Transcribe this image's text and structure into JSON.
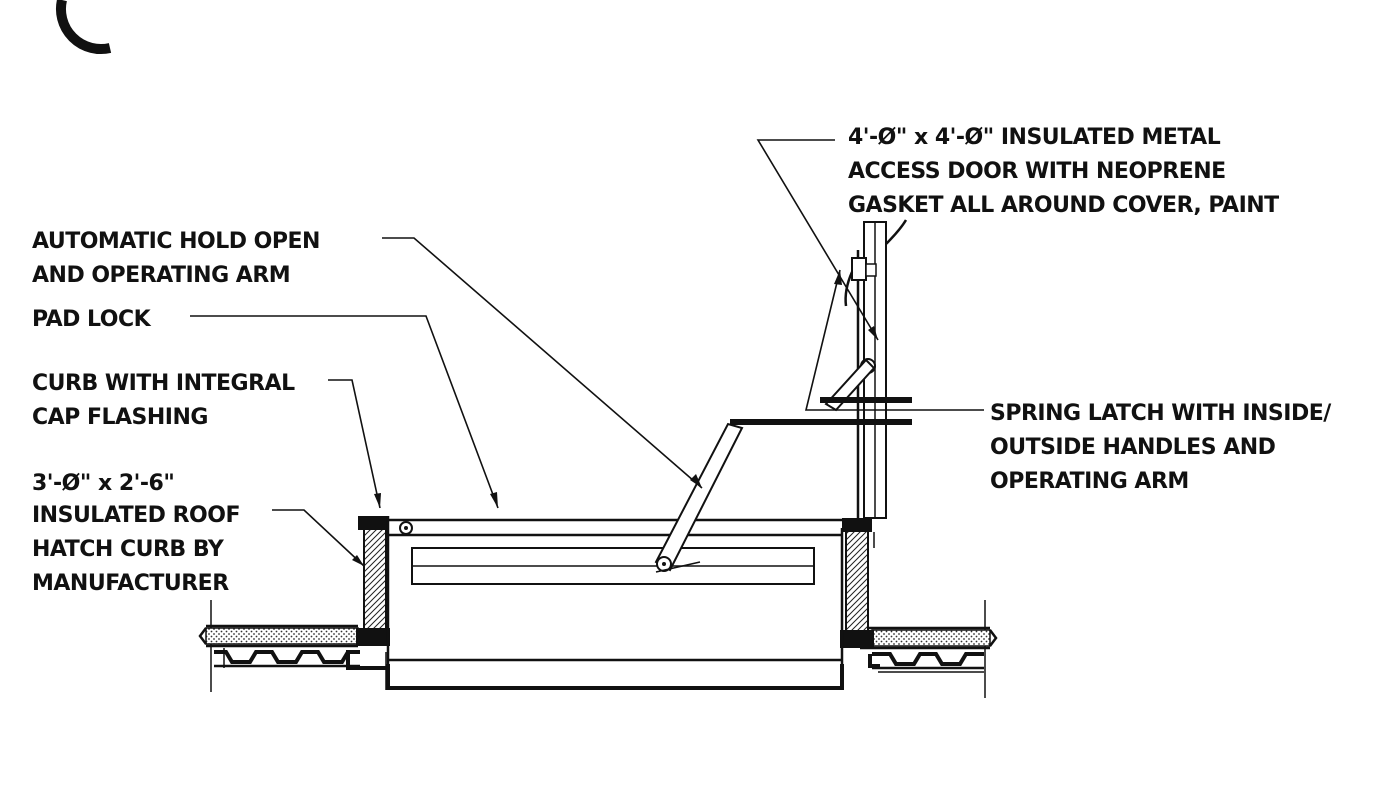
{
  "notes": {
    "access_door": [
      "4'-Ø\" x 4'-Ø\" INSULATED METAL",
      "ACCESS DOOR WITH NEOPRENE",
      "GASKET ALL AROUND COVER, PAINT"
    ],
    "hold_open": [
      "AUTOMATIC HOLD OPEN",
      "AND OPERATING ARM"
    ],
    "pad_lock": [
      "PAD LOCK"
    ],
    "curb_cap": [
      "CURB WITH INTEGRAL",
      "CAP FLASHING"
    ],
    "roof_hatch": [
      "3'-Ø\" x 2'-6\"",
      "INSULATED ROOF",
      "HATCH CURB BY",
      "MANUFACTURER"
    ],
    "spring_latch": [
      "SPRING LATCH WITH INSIDE/",
      "OUTSIDE HANDLES AND",
      "OPERATING ARM"
    ]
  }
}
